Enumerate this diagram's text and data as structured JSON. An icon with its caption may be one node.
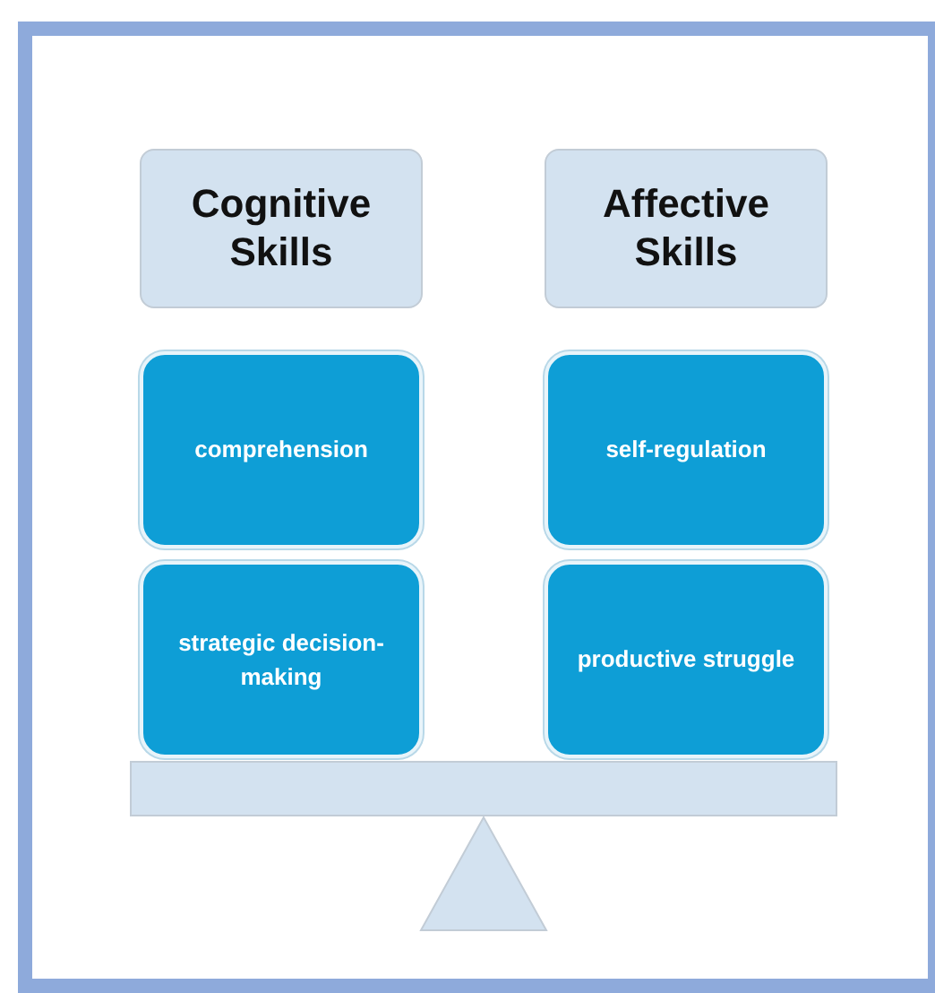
{
  "diagram": {
    "nodes": [
      {
        "text": [
          "Cognitive Skills"
        ]
      },
      {
        "text": [
          "Affective Skills"
        ]
      },
      {
        "text": [
          "comprehension"
        ]
      },
      {
        "text": [
          "self-regulation"
        ]
      },
      {
        "text": [
          "strategic decision-making"
        ]
      },
      {
        "text": [
          "productive struggle"
        ]
      }
    ]
  }
}
